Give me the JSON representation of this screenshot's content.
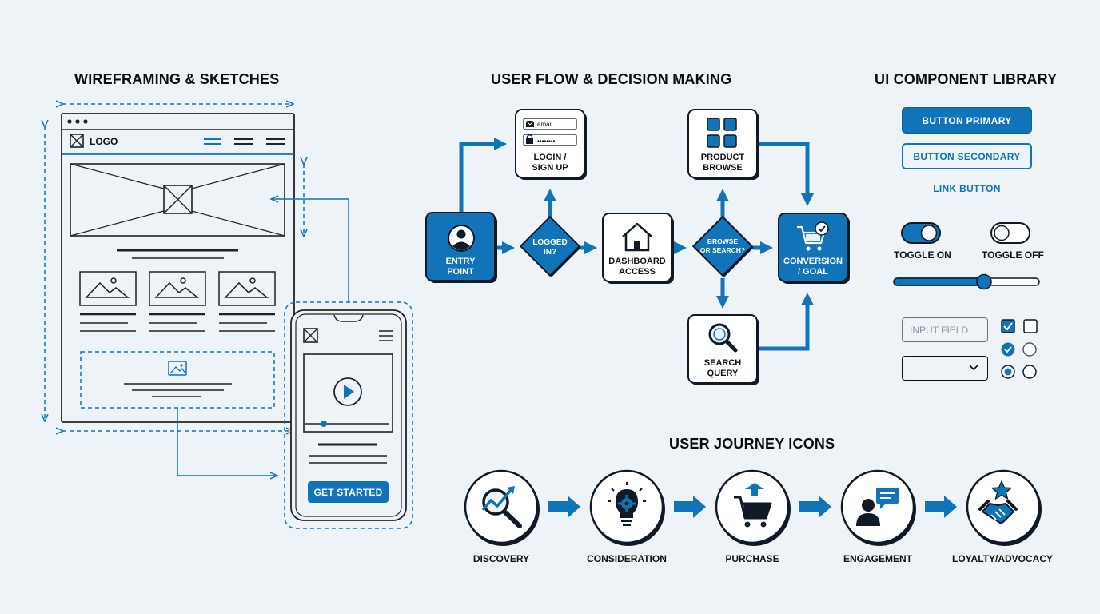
{
  "sections": {
    "wireframing": "WIREFRAMING & SKETCHES",
    "user_flow": "USER FLOW & DECISION MAKING",
    "component_library": "UI COMPONENT LIBRARY",
    "journey": "USER JOURNEY ICONS"
  },
  "wireframe": {
    "logo_text": "LOGO",
    "cta_label": "GET STARTED"
  },
  "flow": {
    "login_email": "email",
    "login_password": "••••••••",
    "nodes": {
      "entry": [
        "ENTRY",
        "POINT"
      ],
      "login": [
        "LOGIN /",
        "SIGN UP"
      ],
      "logged_in": [
        "LOGGED",
        "IN?"
      ],
      "dashboard": [
        "DASHBOARD",
        "ACCESS"
      ],
      "browse_or_search": [
        "BROWSE",
        "OR SEARCH?"
      ],
      "product": [
        "PRODUCT",
        "BROWSE"
      ],
      "search": [
        "SEARCH",
        "QUERY"
      ],
      "conversion": [
        "CONVERSION",
        "/ GOAL"
      ]
    }
  },
  "components": {
    "button_primary": "BUTTON PRIMARY",
    "button_secondary": "BUTTON SECONDARY",
    "link_button": "LINK BUTTON",
    "toggle_on": "TOGGLE ON",
    "toggle_off": "TOGGLE OFF",
    "slider_value": 0.62,
    "input_placeholder": "INPUT FIELD"
  },
  "journey": {
    "steps": [
      "DISCOVERY",
      "CONSIDERATION",
      "PURCHASE",
      "ENGAGEMENT",
      "LOYALTY/ADVOCACY"
    ]
  },
  "colors": {
    "accent": "#1173b8",
    "background": "#eef3f8",
    "ink": "#111111"
  }
}
